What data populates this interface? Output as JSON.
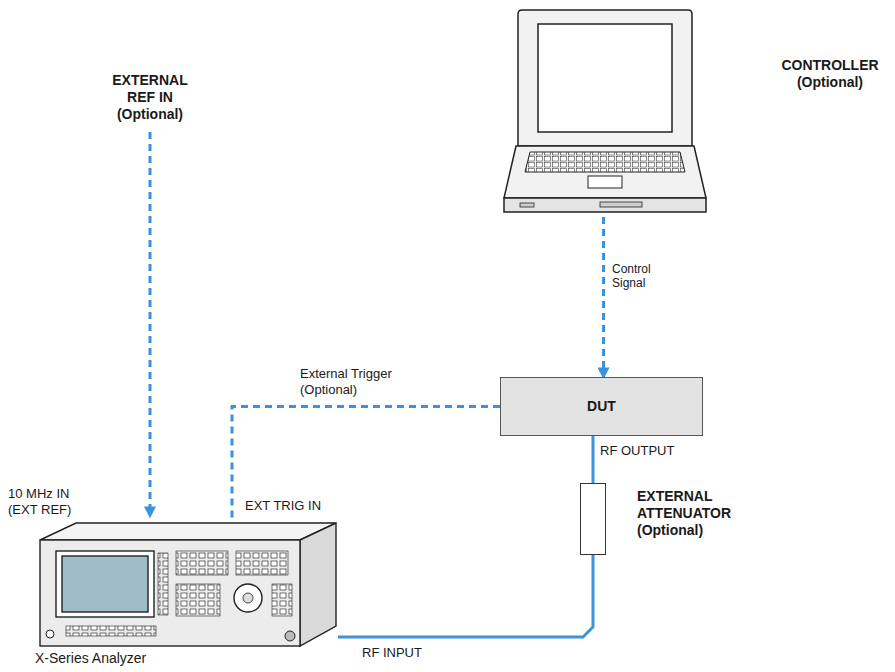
{
  "diagram": {
    "nodes": [
      {
        "text": [
          "CONTROLLER (Optional)"
        ]
      },
      {
        "text": [
          "DUT"
        ]
      },
      {
        "text": [
          "EXTERNAL ATTENUATOR (Optional)"
        ]
      },
      {
        "text": [
          "X-Series Analyzer"
        ]
      }
    ],
    "edges": [
      {
        "from": 0,
        "to": 1,
        "arrow": "to",
        "label": "Control Signal"
      },
      {
        "from": 1,
        "to": 3,
        "arrow": "none",
        "label": "External Trigger (Optional)"
      },
      {
        "from": 1,
        "to": 2,
        "arrow": "none"
      },
      {
        "from": 2,
        "to": 3,
        "arrow": "none"
      }
    ],
    "labels": [
      "EXTERNAL REF IN (Optional)",
      "10 MHz IN (EXT REF)",
      "EXT TRIG IN",
      "RF OUTPUT",
      "RF INPUT"
    ]
  }
}
